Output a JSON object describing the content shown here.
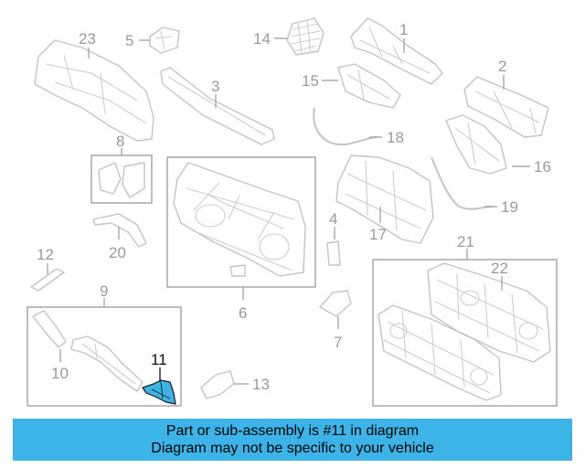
{
  "diagram": {
    "callouts": {
      "c1": "1",
      "c2": "2",
      "c3": "3",
      "c4": "4",
      "c5": "5",
      "c6": "6",
      "c7": "7",
      "c8": "8",
      "c9": "9",
      "c10": "10",
      "c11": "11",
      "c12": "12",
      "c13": "13",
      "c14": "14",
      "c15": "15",
      "c16": "16",
      "c17": "17",
      "c18": "18",
      "c19": "19",
      "c20": "20",
      "c21": "21",
      "c22": "22",
      "c23": "23"
    },
    "highlighted_callout": "11",
    "colors": {
      "highlight": "#3cb4e8",
      "outline": "#c4c4c4",
      "label": "#9a9a9a",
      "highlight_label": "#111111"
    }
  },
  "footer": {
    "line1": "Part or sub-assembly is #11 in diagram",
    "line2": "Diagram may not be specific to your vehicle",
    "background": "#3cb4e8"
  }
}
